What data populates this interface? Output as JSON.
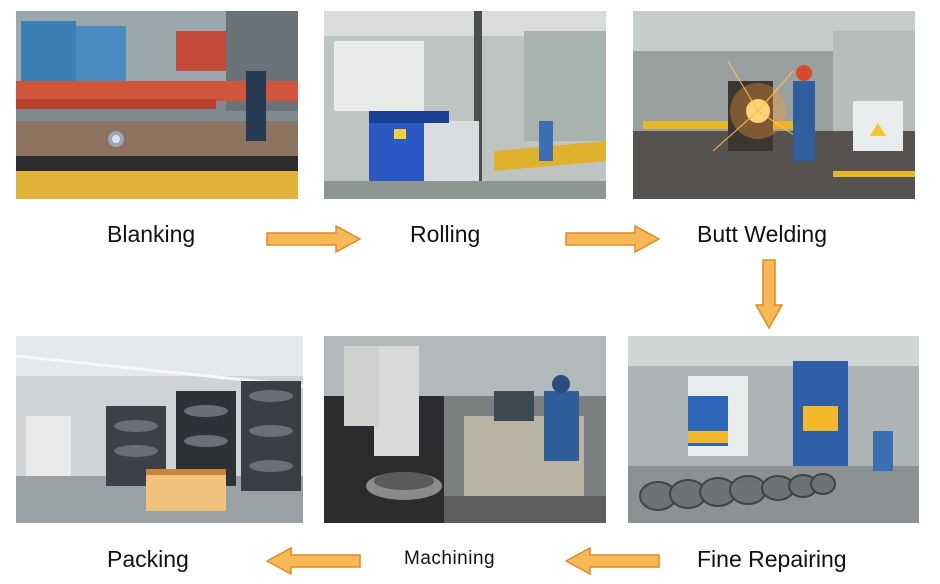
{
  "steps": {
    "blanking": "Blanking",
    "rolling": "Rolling",
    "butt_welding": "Butt Welding",
    "fine_repairing": "Fine Repairing",
    "machining": "Machining",
    "packing": "Packing"
  },
  "colors": {
    "arrow_fill": "#f7b955",
    "arrow_stroke": "#e08a1e"
  },
  "photos": {
    "blanking": "cutting-machine-photo",
    "rolling": "rolling-machine-photo",
    "butt_welding": "welding-photo",
    "fine_repairing": "hydraulic-press-photo",
    "machining": "cnc-lathe-photo",
    "packing": "warehouse-photo"
  }
}
